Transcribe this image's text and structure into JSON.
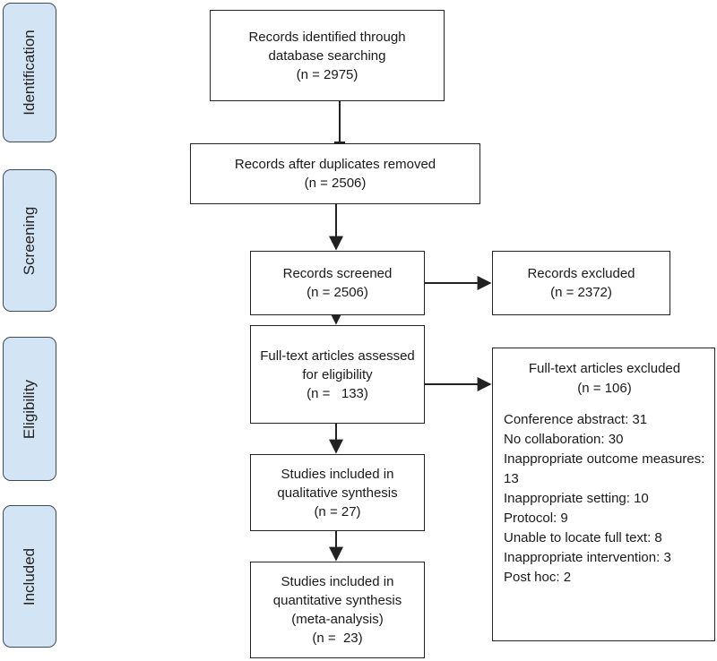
{
  "phases": [
    "Identification",
    "Screening",
    "Eligibility",
    "Included"
  ],
  "identification": {
    "line1": "Records identified through",
    "line2": "database searching",
    "line3": "(n = 2975)"
  },
  "duplicates": {
    "line1": "Records after duplicates removed",
    "line2": "(n = 2506)"
  },
  "screened": {
    "line1": "Records screened",
    "line2": "(n = 2506)"
  },
  "excluded": {
    "line1": "Records excluded",
    "line2": "(n = 2372)"
  },
  "fulltext": {
    "line1": "Full-text articles assessed",
    "line2": "for eligibility",
    "line3": "(n =   133)"
  },
  "fulltext_excluded": {
    "title": "Full-text articles excluded",
    "count": "(n = 106)",
    "reasons": [
      "Conference abstract: 31",
      "No collaboration: 30",
      "Inappropriate outcome measures: 13",
      "Inappropriate setting: 10",
      "Protocol: 9",
      "Unable to locate full text: 8",
      "Inappropriate intervention: 3",
      "Post hoc: 2"
    ]
  },
  "qualitative": {
    "line1": "Studies included in",
    "line2": "qualitative synthesis",
    "line3": "(n = 27)"
  },
  "quantitative": {
    "line1": "Studies included in",
    "line2": "quantitative synthesis",
    "line3": "(meta-analysis)",
    "line4": "(n =  23)"
  }
}
